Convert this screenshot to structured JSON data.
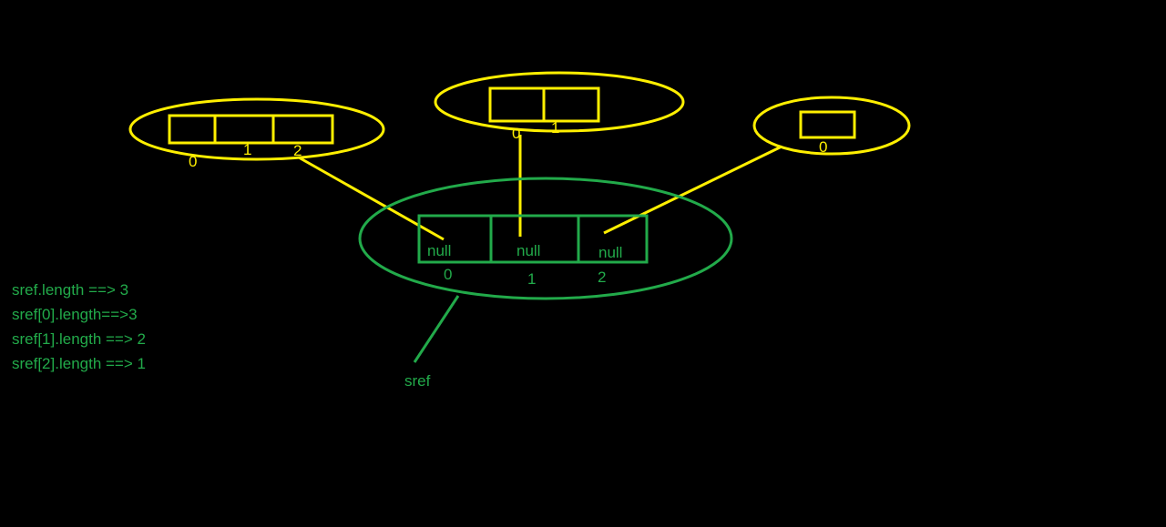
{
  "colors": {
    "background": "#000000",
    "yellow": "#ffef00",
    "green": "#22aa4a"
  },
  "outer_array": {
    "cells": [
      "null",
      "null",
      "null"
    ],
    "indices": [
      "0",
      "1",
      "2"
    ],
    "reference_label": "sref"
  },
  "inner_arrays": [
    {
      "indices": [
        "0",
        "1",
        "2"
      ]
    },
    {
      "indices": [
        "0",
        "1"
      ]
    },
    {
      "indices": [
        "0"
      ]
    }
  ],
  "notes": [
    "sref.length ==> 3",
    "sref[0].length==>3",
    "sref[1].length ==> 2",
    "sref[2].length ==> 1"
  ]
}
